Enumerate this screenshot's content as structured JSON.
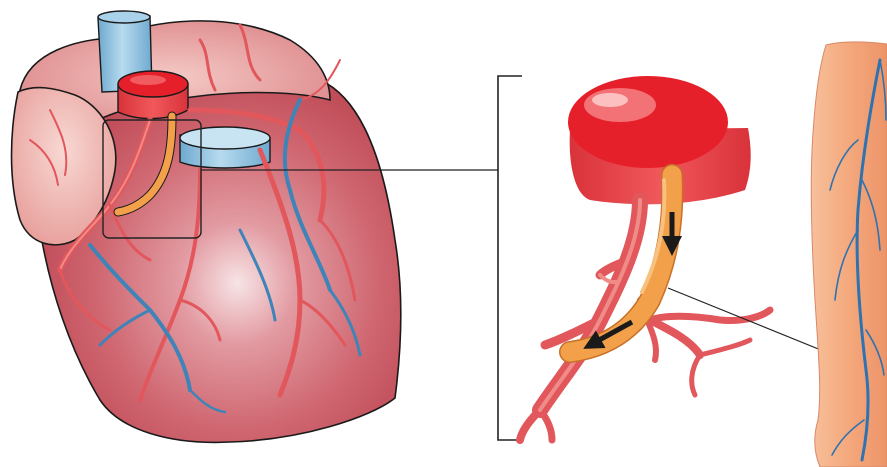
{
  "image": {
    "labels": []
  },
  "colors": {
    "heart_fill": "#c9545e",
    "heart_highlight": "#f3d6da",
    "heart_outline": "#1a1a1a",
    "atrium": "#f1b9b5",
    "aorta_top": "#e6202a",
    "aorta_side": "#e8474c",
    "vena_cava": "#8fc2e0",
    "artery": "#e2575b",
    "artery_light": "#f08c88",
    "vein": "#3f84b8",
    "graft": "#f2a04a",
    "arrow": "#1a1a1a",
    "leg_skin": "#f5b088",
    "leg_vein": "#2e73b0",
    "leader_line": "#222222"
  },
  "parts": {
    "heart": "heart",
    "inset": "aortic-graft-detail",
    "leg": "leg-with-saphenous-vein"
  }
}
